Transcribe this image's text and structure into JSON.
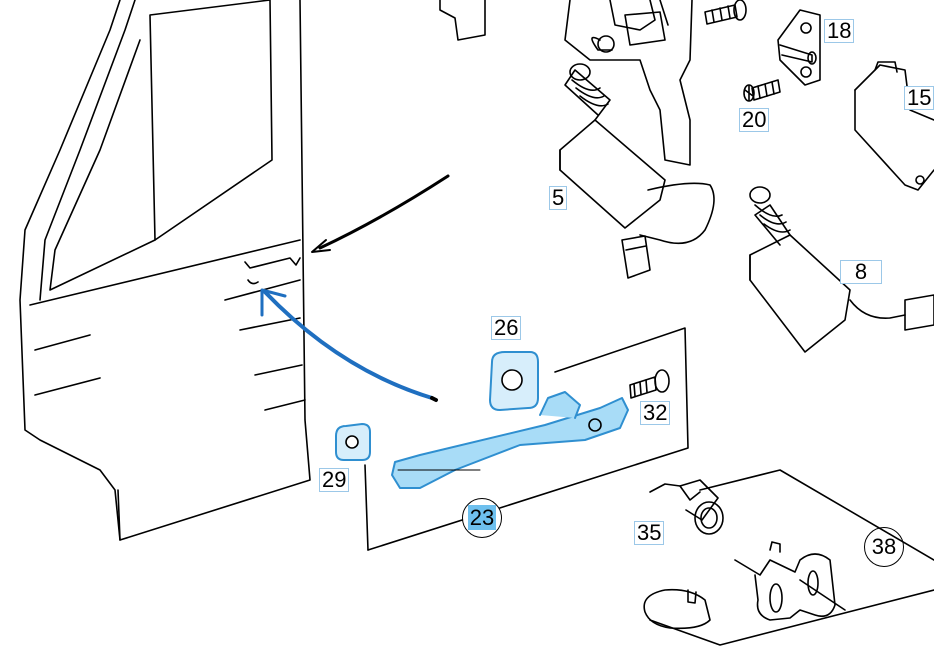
{
  "callouts": [
    {
      "id": "c5",
      "text": "5"
    },
    {
      "id": "c8",
      "text": "8"
    },
    {
      "id": "c15",
      "text": "15"
    },
    {
      "id": "c18",
      "text": "18"
    },
    {
      "id": "c20",
      "text": "20"
    },
    {
      "id": "c23",
      "text": "23",
      "highlight": true
    },
    {
      "id": "c26",
      "text": "26"
    },
    {
      "id": "c29",
      "text": "29"
    },
    {
      "id": "c32",
      "text": "32"
    },
    {
      "id": "c35",
      "text": "35"
    },
    {
      "id": "c38",
      "text": "38"
    }
  ],
  "colors": {
    "line": "#000000",
    "highlight_fill": "#6ec0ee",
    "highlight_stroke": "#2f8fd0",
    "arrow_blue": "#1f6fc0",
    "label_border": "#9cc8e8"
  }
}
